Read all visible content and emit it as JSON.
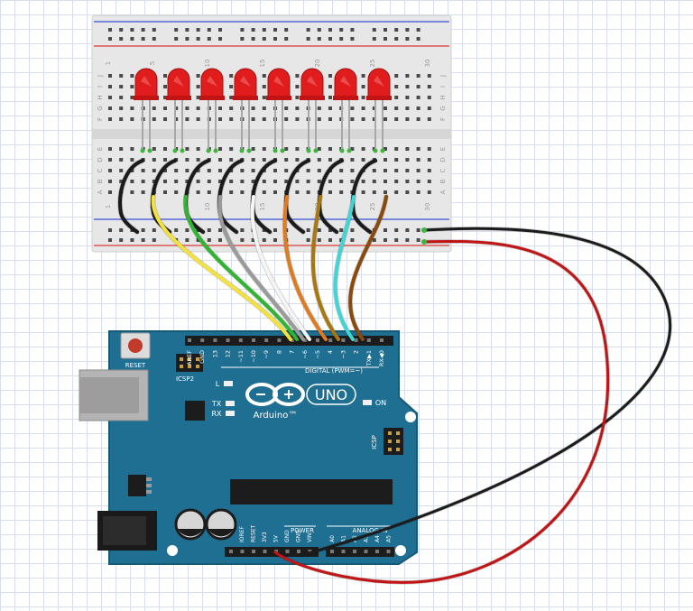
{
  "colors": {
    "board": "#1f6f93",
    "board_edge": "#155a78",
    "breadboard": "#e6e6e6",
    "rail_red": "#d83a3a",
    "rail_blue": "#3a4fd8",
    "led_red": "#e01c1c",
    "wire_black": "#1b1b1b",
    "wire_red": "#c21414",
    "wire_colors": [
      "#f4e13a",
      "#2fb52f",
      "#9a9a9a",
      "#f5f5f5",
      "#e07a1f",
      "#a8780f",
      "#3fd6d6",
      "#8a4a0e"
    ]
  },
  "breadboard": {
    "row_letters_top": [
      "J",
      "I",
      "H",
      "G",
      "F"
    ],
    "row_letters_bottom": [
      "E",
      "D",
      "C",
      "B",
      "A"
    ],
    "column_numbers": [
      "1",
      "5",
      "10",
      "15",
      "20",
      "25",
      "30"
    ]
  },
  "leds": {
    "count": 8,
    "icon": "red-led-icon"
  },
  "arduino": {
    "reset_label": "RESET",
    "icsp2_label": "ICSP2",
    "icsp_label": "ICSP",
    "digital_header_labels": [
      "AREF",
      "GND",
      "13",
      "12",
      "~11",
      "~10",
      "~9",
      "8",
      "7",
      "~6",
      "~5",
      "4",
      "~3",
      "2",
      "TX▶1",
      "RX◀0"
    ],
    "digital_section_label": "DIGITAL (PWM=~)",
    "led_l_label": "L",
    "tx_label": "TX",
    "rx_label": "RX",
    "on_label": "ON",
    "logo_icon": "arduino-infinity-logo-icon",
    "brand_name": "Arduino™",
    "model_name": "UNO",
    "power_labels": [
      "IOREF",
      "RESET",
      "3V3",
      "5V",
      "GND",
      "GND",
      "VIN"
    ],
    "power_section_label": "POWER",
    "analog_labels": [
      "A0",
      "A1",
      "A2",
      "A3",
      "A4",
      "A5"
    ],
    "analog_section_label": "ANALOG IN"
  }
}
